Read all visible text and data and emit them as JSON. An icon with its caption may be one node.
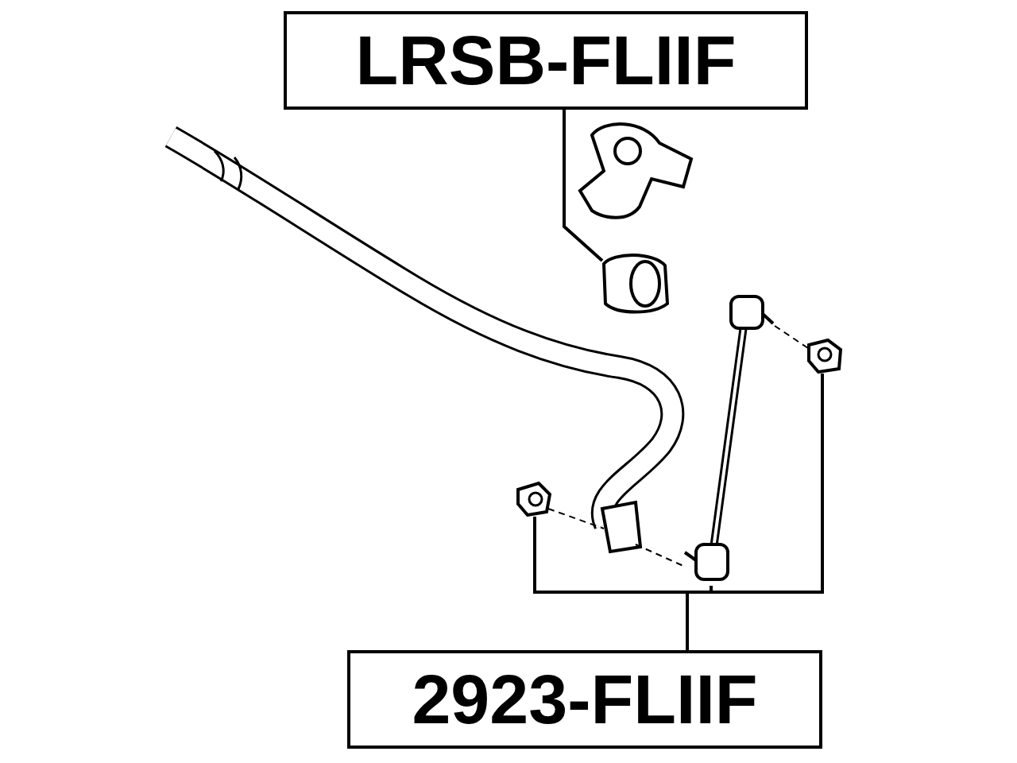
{
  "diagram": {
    "nodes": [
      {
        "text": [
          "LRSB-FLIIF"
        ]
      },
      {
        "text": [],
        "shape": "picture"
      },
      {
        "text": [
          "2923-FLIIF"
        ]
      },
      {
        "text": [],
        "shape": "picture"
      },
      {
        "text": [],
        "shape": "picture"
      },
      {
        "text": [],
        "shape": "picture"
      }
    ],
    "edges": [
      {
        "from": 0,
        "to": 1,
        "arrow": "none"
      },
      {
        "from": 2,
        "to": 3,
        "arrow": "none"
      },
      {
        "from": 2,
        "to": 4,
        "arrow": "none"
      },
      {
        "from": 2,
        "to": 5,
        "arrow": "none"
      }
    ]
  }
}
